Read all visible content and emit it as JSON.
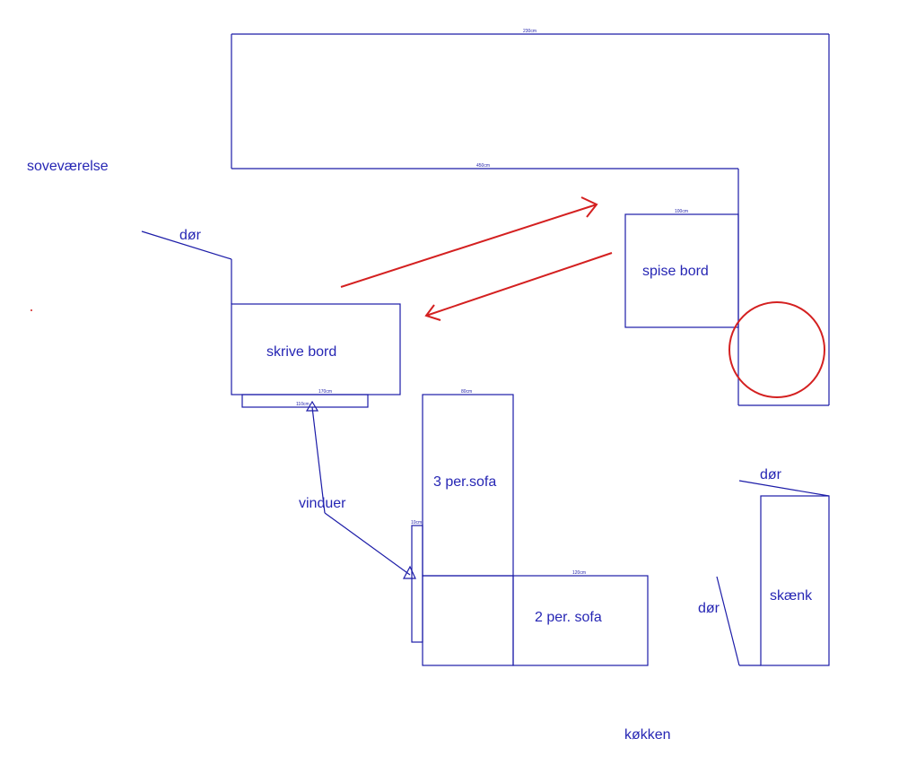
{
  "labels": {
    "sovevaerelse": "soveværelse",
    "dor_1": "dør",
    "dor_2": "dør",
    "dor_3": "dør",
    "skrive_bord": "skrive bord",
    "spise_bord": "spise bord",
    "vinduer": "vinduer",
    "sofa3": "3 per.sofa",
    "sofa2": "2 per. sofa",
    "skaenk": "skænk",
    "kokken": "køkken"
  },
  "dims": {
    "top_width": "230cm",
    "inner_width": "450cm",
    "spise_top": "100cm",
    "desk_under": "170cm",
    "window_label": "110cm",
    "sofa3_top": "80cm",
    "sofa2_top": "120cm",
    "small_10": "10cm"
  },
  "colors": {
    "walls": "#1c1ca8",
    "labels": "#2626b4",
    "arrows": "#d42020"
  }
}
